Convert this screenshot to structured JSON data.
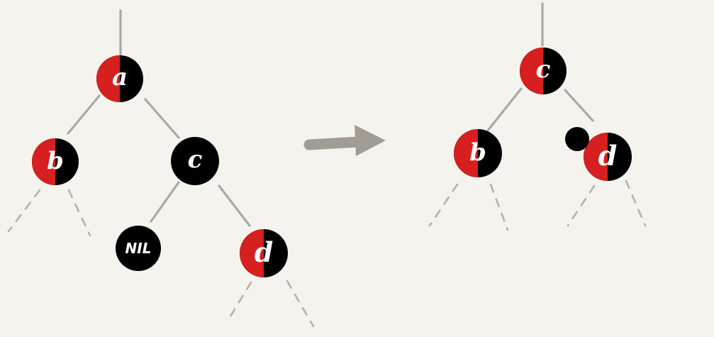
{
  "colors": {
    "red": "#d61f1f",
    "black": "#000000",
    "edge": "#a9a9a6",
    "arrow": "#a19d94",
    "background": "#f5f3ee"
  },
  "before_tree": {
    "node_a": {
      "label": "a",
      "color": "red-black"
    },
    "node_b": {
      "label": "b",
      "color": "red-black"
    },
    "node_c": {
      "label": "c",
      "color": "black"
    },
    "node_nil": {
      "label": "NIL",
      "color": "black"
    },
    "node_d": {
      "label": "d",
      "color": "red-black"
    }
  },
  "after_tree": {
    "node_c": {
      "label": "c",
      "color": "red-black"
    },
    "node_b": {
      "label": "b",
      "color": "red-black"
    },
    "node_d": {
      "label": "d",
      "color": "red-black",
      "extra_black": true
    }
  },
  "arrow_icon": "right-arrow-icon"
}
